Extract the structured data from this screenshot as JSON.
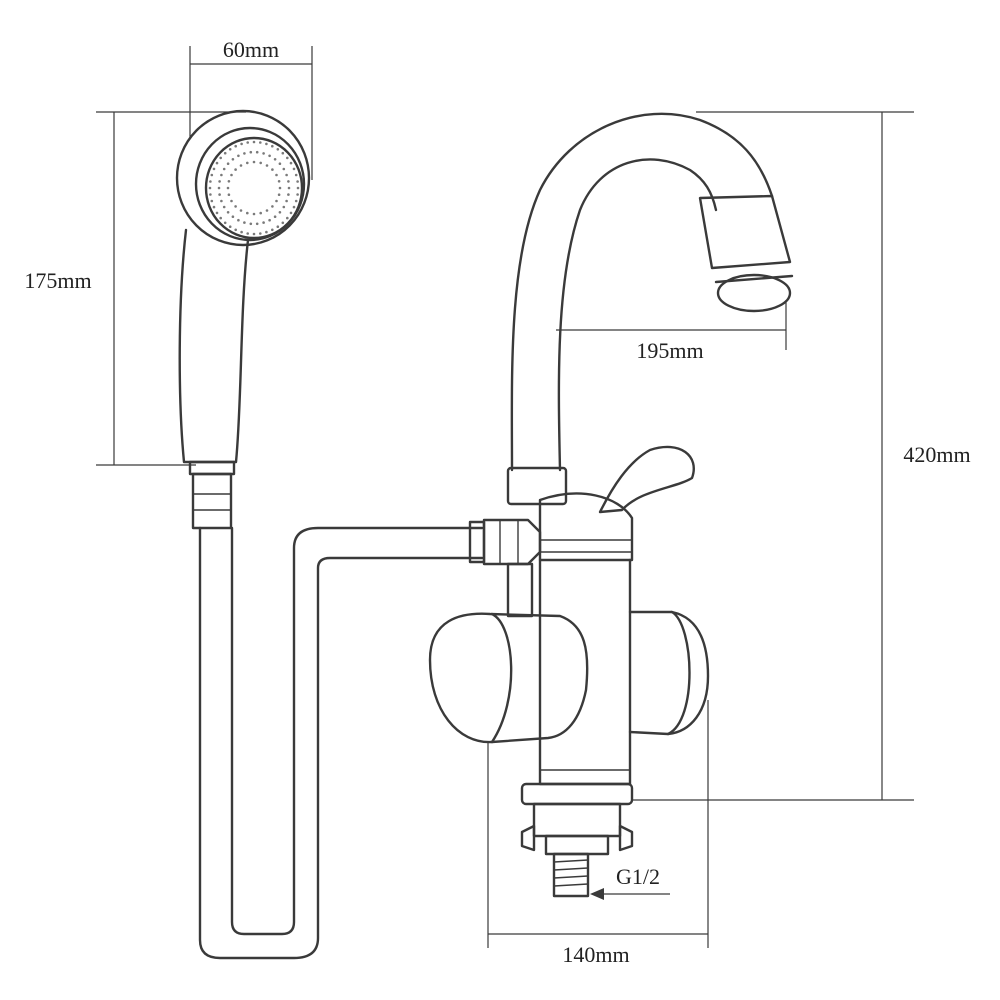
{
  "colors": {
    "line": "#3a3a3a",
    "text": "#222222",
    "background": "#ffffff"
  },
  "dimensions": {
    "head_width": "60mm",
    "shower_height": "175mm",
    "spout_reach": "195mm",
    "total_height": "420mm",
    "thread": "G1/2",
    "body_width": "140mm"
  }
}
